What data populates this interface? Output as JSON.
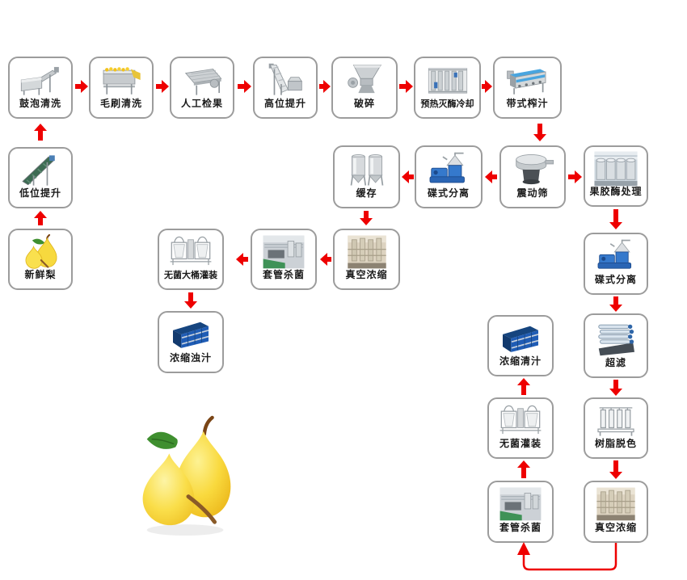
{
  "palette": {
    "arrow_red": "#ee0000",
    "box_border": "#9c9c9c",
    "background": "#ffffff",
    "drum_blue": "#1f5cb5",
    "pear_yellow": "#f8d93c"
  },
  "nodes": {
    "bubble_wash": {
      "label": "鼓泡清洗",
      "icon": "bubble-washer-image"
    },
    "brush_wash": {
      "label": "毛刷清洗",
      "icon": "brush-washer-image"
    },
    "manual_inspect": {
      "label": "人工检果",
      "icon": "inspection-table-image"
    },
    "high_elevator": {
      "label": "高位提升",
      "icon": "high-elevator-image"
    },
    "crush": {
      "label": "破碎",
      "icon": "crusher-image"
    },
    "preheat": {
      "label": "预热灭酶冷却",
      "icon": "preheat-enzyme-cooler-image"
    },
    "belt_press": {
      "label": "带式榨汁",
      "icon": "belt-press-image"
    },
    "low_elevator": {
      "label": "低位提升",
      "icon": "low-elevator-image"
    },
    "fresh_pear": {
      "label": "新鲜梨",
      "icon": "fresh-pears-image"
    },
    "buffer": {
      "label": "缓存",
      "icon": "buffer-tanks-image"
    },
    "disc_sep_1": {
      "label": "碟式分离",
      "icon": "disc-separator-image"
    },
    "vib_sieve": {
      "label": "震动筛",
      "icon": "vibrating-sieve-image"
    },
    "pectinase": {
      "label": "果胶酶处理",
      "icon": "enzyme-tank-room-image"
    },
    "aseptic_drum_fill": {
      "label": "无菌大桶灌装",
      "icon": "aseptic-drum-filler-image"
    },
    "tube_ster_1": {
      "label": "套管杀菌",
      "icon": "tube-sterilizer-image"
    },
    "vacuum_conc_1": {
      "label": "真空浓缩",
      "icon": "vacuum-evaporator-image"
    },
    "conc_cloudy": {
      "label": "浓缩浊汁",
      "icon": "blue-drums-image"
    },
    "disc_sep_2": {
      "label": "碟式分离",
      "icon": "disc-separator-image"
    },
    "ultrafilter": {
      "label": "超滤",
      "icon": "ultrafiltration-image"
    },
    "resin_decolor": {
      "label": "树脂脱色",
      "icon": "resin-columns-image"
    },
    "conc_clear": {
      "label": "浓缩清汁",
      "icon": "blue-drums-image"
    },
    "aseptic_fill": {
      "label": "无菌灌装",
      "icon": "aseptic-drum-filler-image"
    },
    "tube_ster_2": {
      "label": "套管杀菌",
      "icon": "tube-sterilizer-image"
    },
    "vacuum_conc_2": {
      "label": "真空浓缩",
      "icon": "vacuum-evaporator-image"
    }
  },
  "decoration": {
    "pears_illustration": "two-yellow-pears-with-leaf"
  }
}
